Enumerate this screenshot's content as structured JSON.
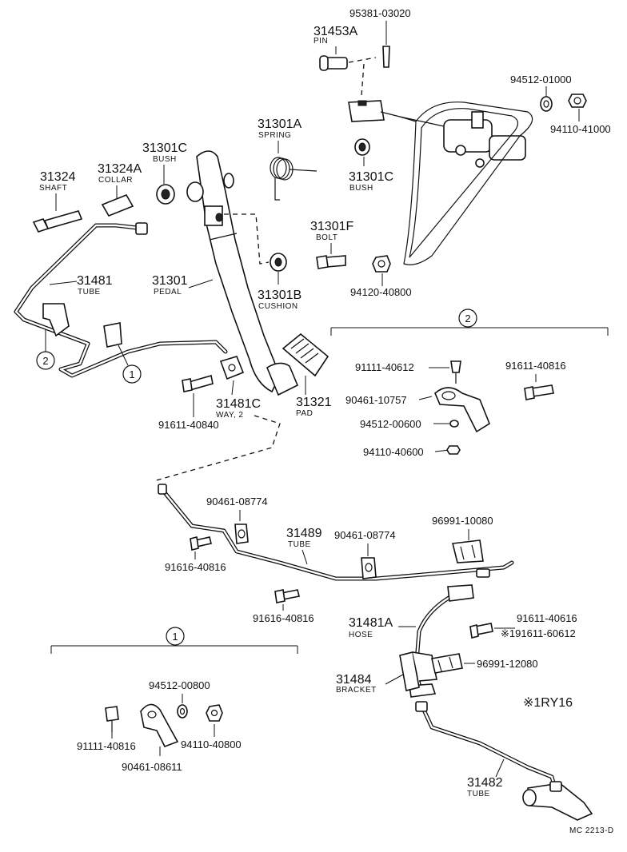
{
  "parts": {
    "p95381_03020": "95381-03020",
    "p31453A": "31453A",
    "pin": "PIN",
    "p94512_01000": "94512-01000",
    "p94110_41000": "94110-41000",
    "p31301A": "31301A",
    "spring": "SPRING",
    "p31301C_a": "31301C",
    "bush_a": "BUSH",
    "p31301C_b": "31301C",
    "bush_b": "BUSH",
    "p31324": "31324",
    "shaft": "SHAFT",
    "p31324A": "31324A",
    "collar": "COLLAR",
    "p31301F": "31301F",
    "bolt": "BOLT",
    "p31481": "31481",
    "tube_a": "TUBE",
    "p31301": "31301",
    "pedal": "PEDAL",
    "p31301B": "31301B",
    "cushion": "CUSHION",
    "p94120_40800": "94120-40800",
    "p91111_40612": "91111-40612",
    "p91611_40816": "91611-40816",
    "p90461_10757": "90461-10757",
    "p94512_00600": "94512-00600",
    "p94110_40600": "94110-40600",
    "p31481C": "31481C",
    "way2": "WAY, 2",
    "p31321": "31321",
    "pad": "PAD",
    "p91611_40840": "91611-40840",
    "p90461_08774_a": "90461-08774",
    "p31489": "31489",
    "tube_b": "TUBE",
    "p90461_08774_b": "90461-08774",
    "p96991_10080": "96991-10080",
    "p91616_40816_a": "91616-40816",
    "p91616_40816_b": "91616-40816",
    "p31481A": "31481A",
    "hose": "HOSE",
    "p91611_40616": "91611-40616",
    "p191611_60612": "※191611-60612",
    "p96991_12080": "96991-12080",
    "p31484": "31484",
    "bracket": "BRACKET",
    "p94512_00800": "94512-00800",
    "p91111_40816": "91111-40816",
    "p94110_40800": "94110-40800",
    "p90461_08611": "90461-08611",
    "p31482": "31482",
    "tube_c": "TUBE"
  },
  "callouts": {
    "c1": "1",
    "c2": "2"
  },
  "notes": {
    "engine": "※1RY16",
    "code": "MC  2213-D"
  }
}
